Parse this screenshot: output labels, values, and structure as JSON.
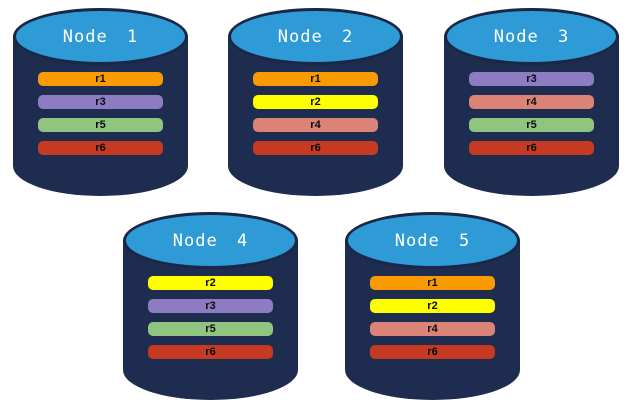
{
  "colors": {
    "cylinder_body": "#1E2C50",
    "cylinder_top": "#2E9AD6",
    "cylinder_rim": "#1A2747",
    "replica_colors": {
      "r1": "#F99B00",
      "r2": "#FFFF00",
      "r3": "#8E7CC3",
      "r4": "#DB8377",
      "r5": "#8FC57F",
      "r6": "#C63A22"
    }
  },
  "nodes": [
    {
      "label": "Node 1",
      "replicas": [
        "r1",
        "r3",
        "r5",
        "r6"
      ]
    },
    {
      "label": "Node 2",
      "replicas": [
        "r1",
        "r2",
        "r4",
        "r6"
      ]
    },
    {
      "label": "Node 3",
      "replicas": [
        "r3",
        "r4",
        "r5",
        "r6"
      ]
    },
    {
      "label": "Node 4",
      "replicas": [
        "r2",
        "r3",
        "r5",
        "r6"
      ]
    },
    {
      "label": "Node 5",
      "replicas": [
        "r1",
        "r2",
        "r4",
        "r6"
      ]
    }
  ]
}
